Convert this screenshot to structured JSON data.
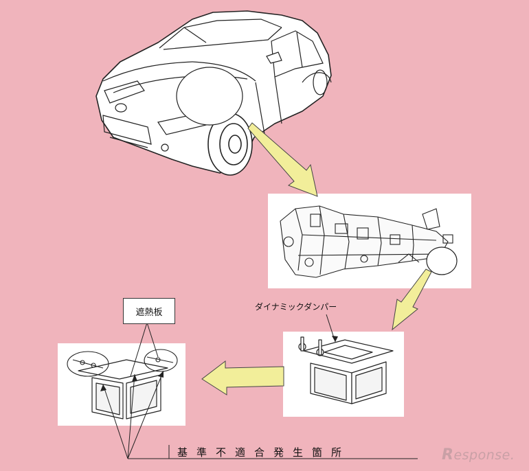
{
  "labels": {
    "heat_shield": "遮熱板",
    "dynamic_damper": "ダイナミックダンパー",
    "nonconformity_location": "基準不適合発生箇所"
  },
  "watermark": {
    "logo_initial": "R",
    "logo_text": "esponse."
  },
  "colors": {
    "background": "#f0b4bc",
    "arrow_fill": "#f2ee9a",
    "line": "#222222"
  }
}
